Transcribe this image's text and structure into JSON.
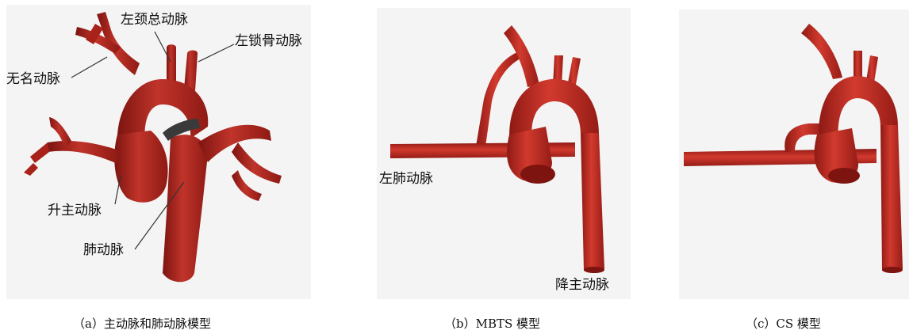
{
  "panels": [
    {
      "id": "a",
      "caption": "（a）主动脉和肺动脉模型",
      "labels": {
        "left_common_carotid": "左颈总动脉",
        "left_subclavian": "左锁骨动脉",
        "innominate": "无名动脉",
        "ascending_aorta": "升主动脉",
        "pulmonary_artery": "肺动脉"
      }
    },
    {
      "id": "b",
      "caption": "（b）MBTS 模型",
      "labels": {
        "left_pulmonary": "左肺动脉",
        "descending_aorta": "降主动脉"
      }
    },
    {
      "id": "c",
      "caption": "（c）CS 模型",
      "labels": {}
    }
  ],
  "colors": {
    "vessel": "#b3261e",
    "vessel_dark": "#7d1410",
    "vessel_light": "#d9483c",
    "background": "#f4f4f5",
    "leader_line": "#333333"
  }
}
